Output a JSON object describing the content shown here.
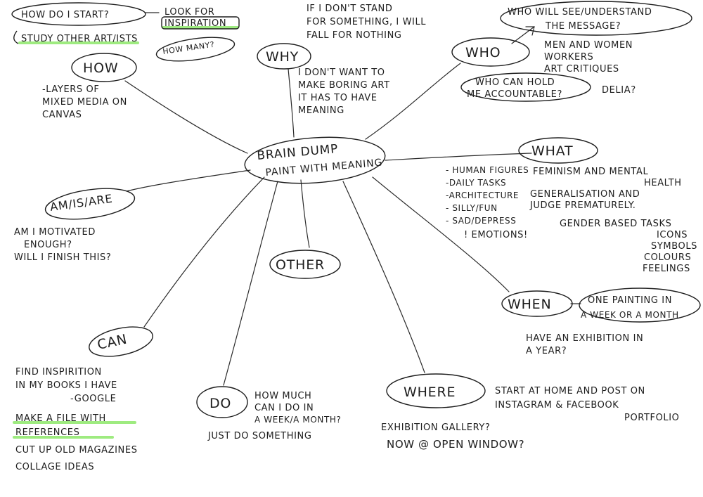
{
  "center": {
    "line1": "Brain Dump",
    "line2": "Paint with meaning"
  },
  "nodes": {
    "how": "How",
    "why": "Why",
    "who": "Who",
    "what": "What",
    "am_is_are": "Am/Is/Are",
    "other": "Other",
    "when": "When",
    "can": "Can",
    "do": "Do",
    "where": "Where"
  },
  "how_branch": {
    "start_q": "How do I start?",
    "look_for": "Look for",
    "inspiration": "Inspiration",
    "study": "Study other art/ists",
    "how_many": "How many?",
    "notes": [
      "-Layers of",
      "mixed media on",
      "canvas"
    ]
  },
  "why_branch": {
    "quote": [
      "If I don't stand",
      "for something, I will",
      "fall for nothing"
    ],
    "notes": [
      "I don't want to",
      "make boring art",
      "it has to have",
      "meaning"
    ]
  },
  "who_branch": {
    "see_q": [
      "Who will see/understand",
      "the message?"
    ],
    "audience": [
      "Men and women",
      "workers",
      "art critiques"
    ],
    "accountable_q": [
      "Who can hold",
      "me accountable?"
    ],
    "accountable_a": "Delia?"
  },
  "what_branch": {
    "list": [
      "- Human figures",
      "-Daily tasks",
      "-Architecture",
      "- Silly/Fun",
      "- Sad/Depress"
    ],
    "emotions": "! Emotions!",
    "topics": [
      "Feminism and mental",
      "health",
      "Generalisation and",
      "judge prematurely."
    ],
    "gender": [
      "Gender based tasks",
      "icons",
      "symbols",
      "colours",
      "feelings"
    ]
  },
  "am_branch": {
    "notes": [
      "Am I motivated",
      "enough?",
      "Will I finish this?"
    ]
  },
  "when_branch": {
    "bubble": [
      "One painting in",
      "a week or a month"
    ],
    "notes": [
      "Have an exhibition in",
      "a year?"
    ]
  },
  "can_branch": {
    "notes": [
      "Find inspirition",
      "in my books I have",
      "-Google"
    ],
    "make_file": [
      "Make a file with",
      "references"
    ],
    "more": [
      "Cut up old magazines",
      "collage ideas"
    ]
  },
  "do_branch": {
    "question": [
      "How much",
      "can I do in",
      "a week/a month?"
    ],
    "notes": "Just do something"
  },
  "where_branch": {
    "start": [
      "Start at home and post on",
      "Instagram & Facebook",
      "portfolio"
    ],
    "notes": [
      "Exhibition gallery?",
      "Now @ Open Window?"
    ]
  }
}
